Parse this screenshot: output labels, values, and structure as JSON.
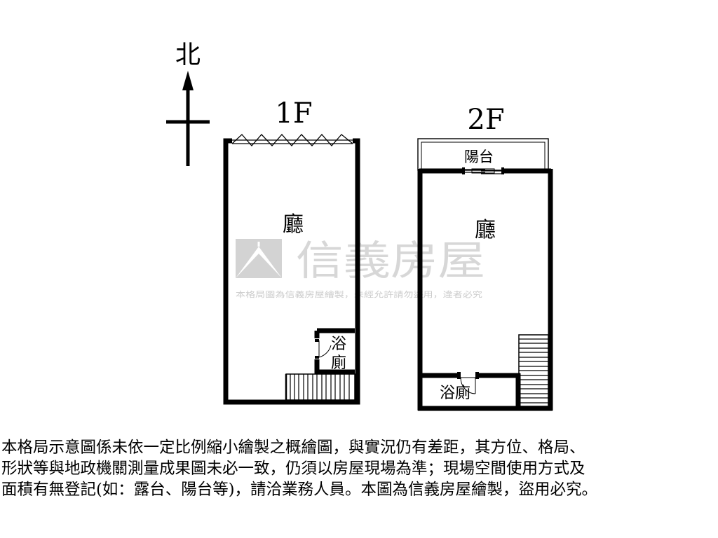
{
  "compass": {
    "north_label": "北"
  },
  "floors": [
    {
      "level_label": "1F",
      "rooms": {
        "living": "廳",
        "bath_top": "浴",
        "bath_bottom": "廁"
      }
    },
    {
      "level_label": "2F",
      "rooms": {
        "balcony": "陽台",
        "living": "廳",
        "bath": "浴廁"
      }
    }
  ],
  "watermark": {
    "brand": "信義房屋",
    "caption": "本格局圖為信義房屋繪製，未經允許請勿盜用，違者必究",
    "color": "#b8b8b8"
  },
  "disclaimer": {
    "lines": [
      "本格局示意圖係未依一定比例縮小繪製之概繪圖，與實況仍有差距，其方位、格局、",
      "形狀等與地政機關測量成果圖未必一致，仍須以房屋現場為準；現場空間使用方式及",
      "面積有無登記(如：露台、陽台等)，請洽業務人員。本圖為信義房屋繪製，盜用必究。"
    ]
  },
  "colors": {
    "wall": "#000000",
    "background": "#ffffff"
  }
}
